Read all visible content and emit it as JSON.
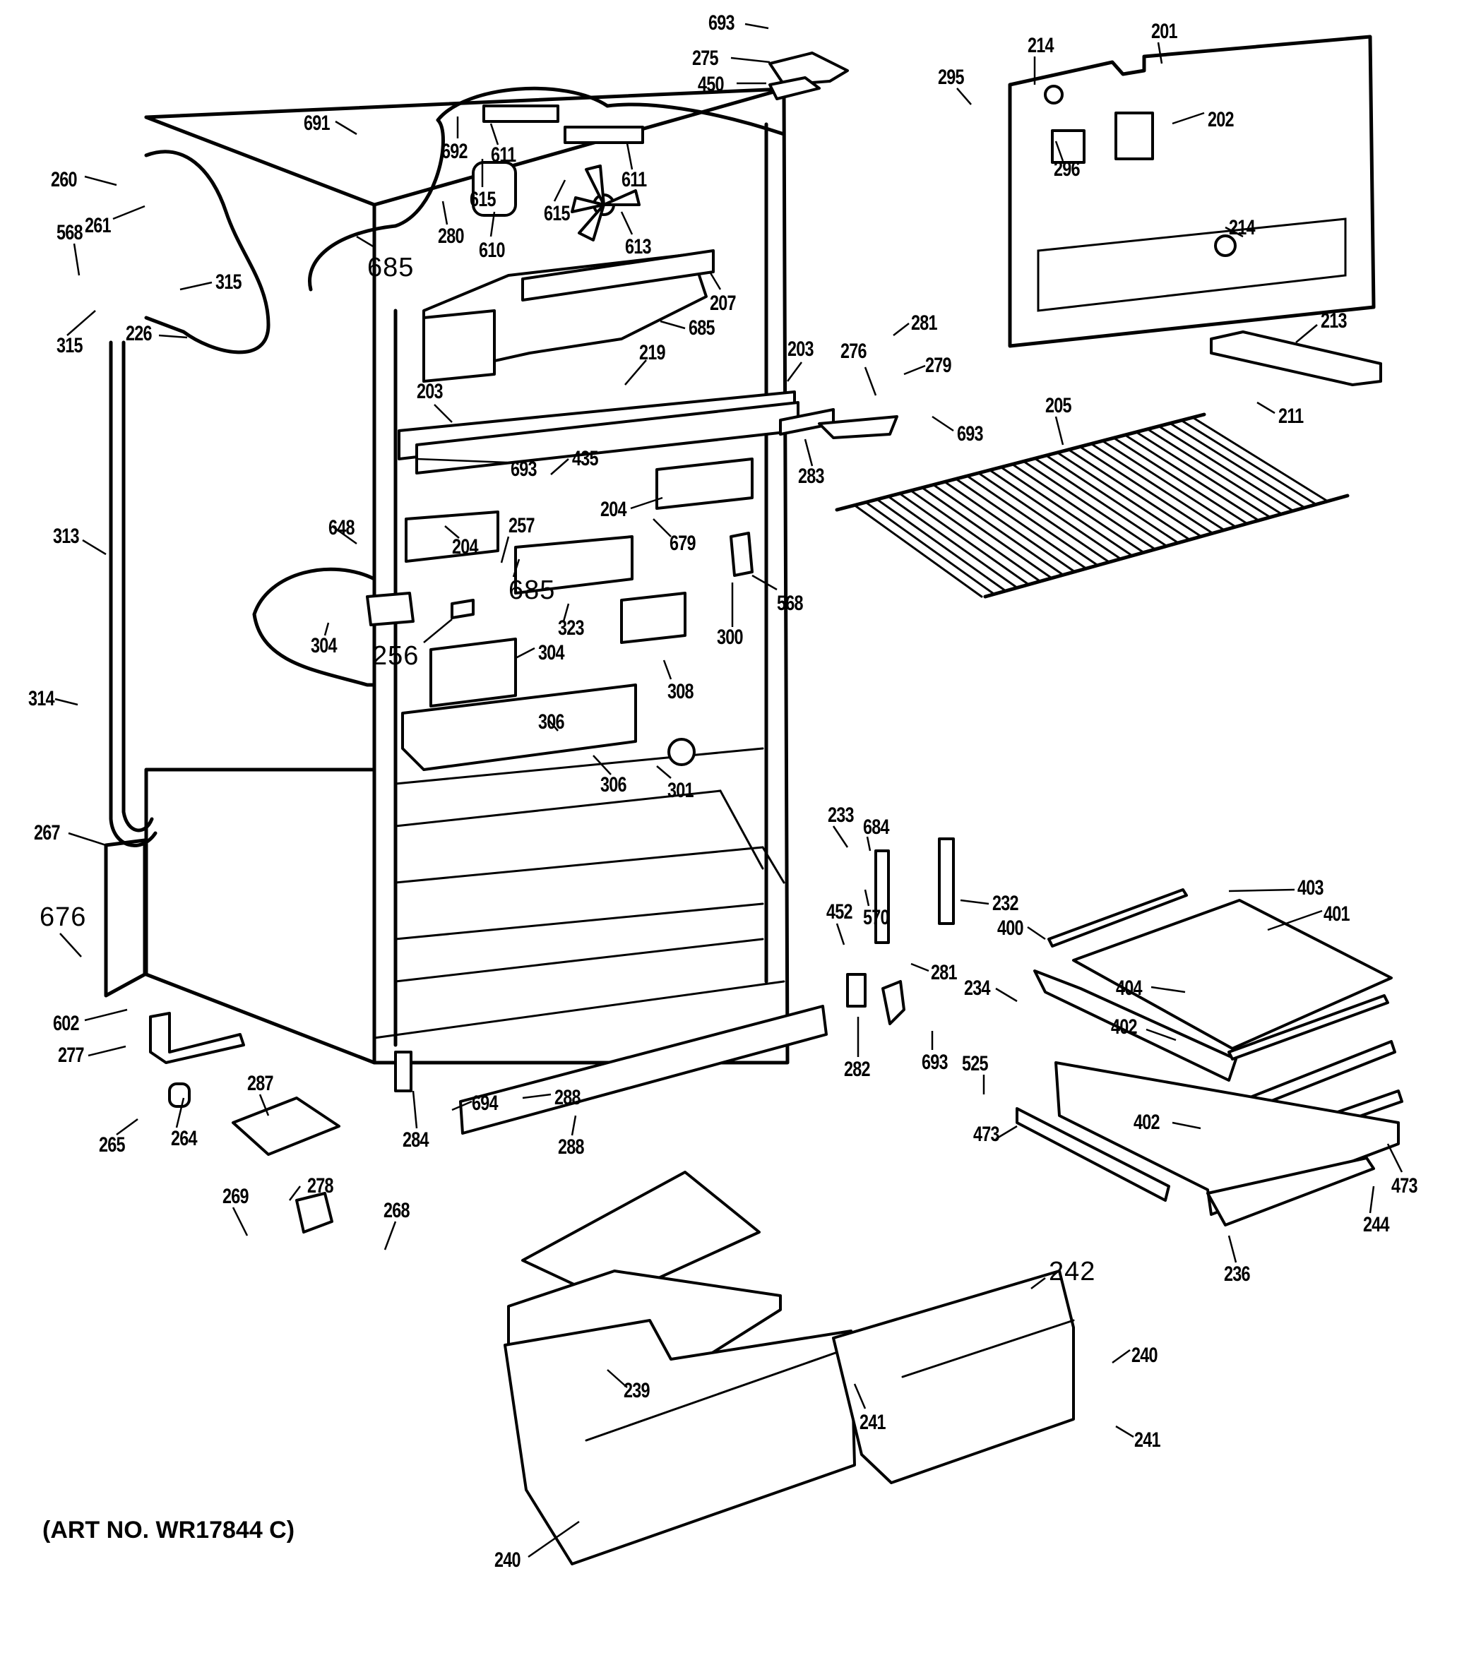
{
  "diagram": {
    "title": "Refrigerator cabinet parts exploded view",
    "art_number": "(ART NO. WR17844 C)",
    "callouts": [
      {
        "id": "c693a",
        "part": "693"
      },
      {
        "id": "c275",
        "part": "275"
      },
      {
        "id": "c450",
        "part": "450"
      },
      {
        "id": "c691",
        "part": "691"
      },
      {
        "id": "c692",
        "part": "692"
      },
      {
        "id": "c611a",
        "part": "611"
      },
      {
        "id": "c611b",
        "part": "611"
      },
      {
        "id": "c615a",
        "part": "615"
      },
      {
        "id": "c615b",
        "part": "615"
      },
      {
        "id": "c610",
        "part": "610"
      },
      {
        "id": "c613",
        "part": "613"
      },
      {
        "id": "c280",
        "part": "280"
      },
      {
        "id": "c260",
        "part": "260"
      },
      {
        "id": "c261",
        "part": "261"
      },
      {
        "id": "c568a",
        "part": "568"
      },
      {
        "id": "c315a",
        "part": "315"
      },
      {
        "id": "c315b",
        "part": "315"
      },
      {
        "id": "c226",
        "part": "226"
      },
      {
        "id": "c685a",
        "part": "685"
      },
      {
        "id": "c207",
        "part": "207"
      },
      {
        "id": "c685b",
        "part": "685"
      },
      {
        "id": "c219",
        "part": "219"
      },
      {
        "id": "c203a",
        "part": "203"
      },
      {
        "id": "c203b",
        "part": "203"
      },
      {
        "id": "c276",
        "part": "276"
      },
      {
        "id": "c281a",
        "part": "281"
      },
      {
        "id": "c279",
        "part": "279"
      },
      {
        "id": "c693b",
        "part": "693"
      },
      {
        "id": "c283",
        "part": "283"
      },
      {
        "id": "c295",
        "part": "295"
      },
      {
        "id": "c214a",
        "part": "214"
      },
      {
        "id": "c201",
        "part": "201"
      },
      {
        "id": "c202",
        "part": "202"
      },
      {
        "id": "c296",
        "part": "296"
      },
      {
        "id": "c214b",
        "part": "214"
      },
      {
        "id": "c213",
        "part": "213"
      },
      {
        "id": "c211",
        "part": "211"
      },
      {
        "id": "c205",
        "part": "205"
      },
      {
        "id": "c313",
        "part": "313"
      },
      {
        "id": "c693c",
        "part": "693"
      },
      {
        "id": "c435",
        "part": "435"
      },
      {
        "id": "c204a",
        "part": "204"
      },
      {
        "id": "c204b",
        "part": "204"
      },
      {
        "id": "c257",
        "part": "257"
      },
      {
        "id": "c679",
        "part": "679"
      },
      {
        "id": "c568b",
        "part": "568"
      },
      {
        "id": "c648",
        "part": "648"
      },
      {
        "id": "c685c",
        "part": "685"
      },
      {
        "id": "c304a",
        "part": "304"
      },
      {
        "id": "c256",
        "part": "256"
      },
      {
        "id": "c304b",
        "part": "304"
      },
      {
        "id": "c323",
        "part": "323"
      },
      {
        "id": "c300",
        "part": "300"
      },
      {
        "id": "c308",
        "part": "308"
      },
      {
        "id": "c314",
        "part": "314"
      },
      {
        "id": "c306a",
        "part": "306"
      },
      {
        "id": "c306b",
        "part": "306"
      },
      {
        "id": "c301",
        "part": "301"
      },
      {
        "id": "c267",
        "part": "267"
      },
      {
        "id": "c676",
        "part": "676"
      },
      {
        "id": "c233",
        "part": "233"
      },
      {
        "id": "c684",
        "part": "684"
      },
      {
        "id": "c232",
        "part": "232"
      },
      {
        "id": "c570",
        "part": "570"
      },
      {
        "id": "c403",
        "part": "403"
      },
      {
        "id": "c401",
        "part": "401"
      },
      {
        "id": "c452",
        "part": "452"
      },
      {
        "id": "c400",
        "part": "400"
      },
      {
        "id": "c281b",
        "part": "281"
      },
      {
        "id": "c404",
        "part": "404"
      },
      {
        "id": "c234",
        "part": "234"
      },
      {
        "id": "c602",
        "part": "602"
      },
      {
        "id": "c277",
        "part": "277"
      },
      {
        "id": "c288a",
        "part": "288"
      },
      {
        "id": "c694",
        "part": "694"
      },
      {
        "id": "c282",
        "part": "282"
      },
      {
        "id": "c693d",
        "part": "693"
      },
      {
        "id": "c525",
        "part": "525"
      },
      {
        "id": "c402a",
        "part": "402"
      },
      {
        "id": "c402b",
        "part": "402"
      },
      {
        "id": "c473a",
        "part": "473"
      },
      {
        "id": "c473b",
        "part": "473"
      },
      {
        "id": "c287",
        "part": "287"
      },
      {
        "id": "c265",
        "part": "265"
      },
      {
        "id": "c264",
        "part": "264"
      },
      {
        "id": "c284",
        "part": "284"
      },
      {
        "id": "c288b",
        "part": "288"
      },
      {
        "id": "c244",
        "part": "244"
      },
      {
        "id": "c236",
        "part": "236"
      },
      {
        "id": "c269",
        "part": "269"
      },
      {
        "id": "c278",
        "part": "278"
      },
      {
        "id": "c268",
        "part": "268"
      },
      {
        "id": "c242",
        "part": "242"
      },
      {
        "id": "c240a",
        "part": "240"
      },
      {
        "id": "c241a",
        "part": "241"
      },
      {
        "id": "c239",
        "part": "239"
      },
      {
        "id": "c241b",
        "part": "241"
      },
      {
        "id": "c240b",
        "part": "240"
      }
    ]
  }
}
